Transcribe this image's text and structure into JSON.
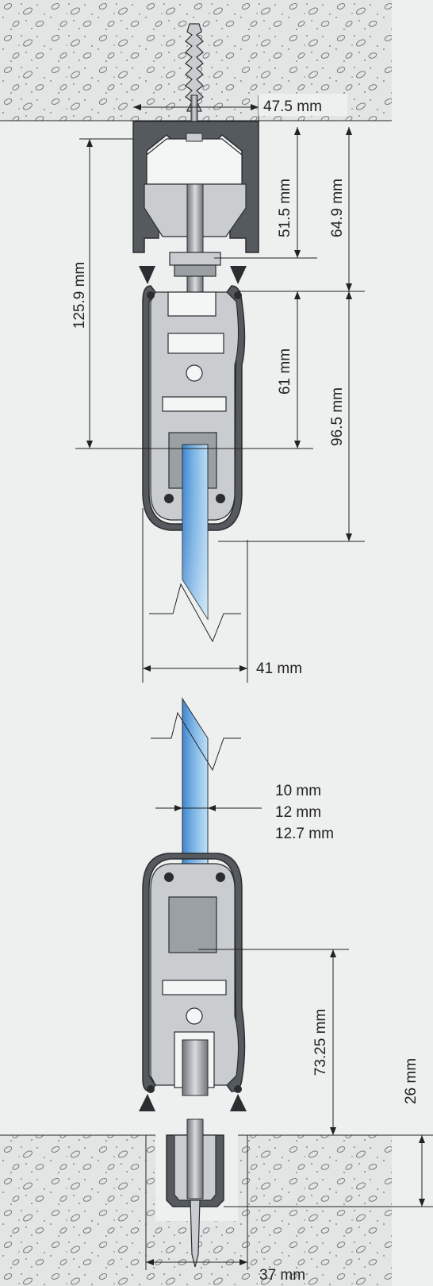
{
  "dimensions": {
    "top_profile_width": "47.5 mm",
    "top_profile_inner_height": "51.5 mm",
    "top_profile_height": "64.9 mm",
    "top_overall_height": "125.9 mm",
    "top_carriage_height": "61 mm",
    "top_cover_height": "96.5 mm",
    "top_cover_width": "41 mm",
    "glass_10": "10 mm",
    "glass_12": "12 mm",
    "glass_12_7": "12.7 mm",
    "bottom_carriage_height": "73.25 mm",
    "floor_channel_depth": "26 mm",
    "floor_channel_width": "37 mm"
  },
  "colors": {
    "background": "#eef0f0",
    "concrete": "#e3e5e5",
    "glass_top": "#3f86cf",
    "glass_light": "#bfe0f6",
    "profile_dark": "#555a5e",
    "profile_light": "#c9cdd0"
  }
}
